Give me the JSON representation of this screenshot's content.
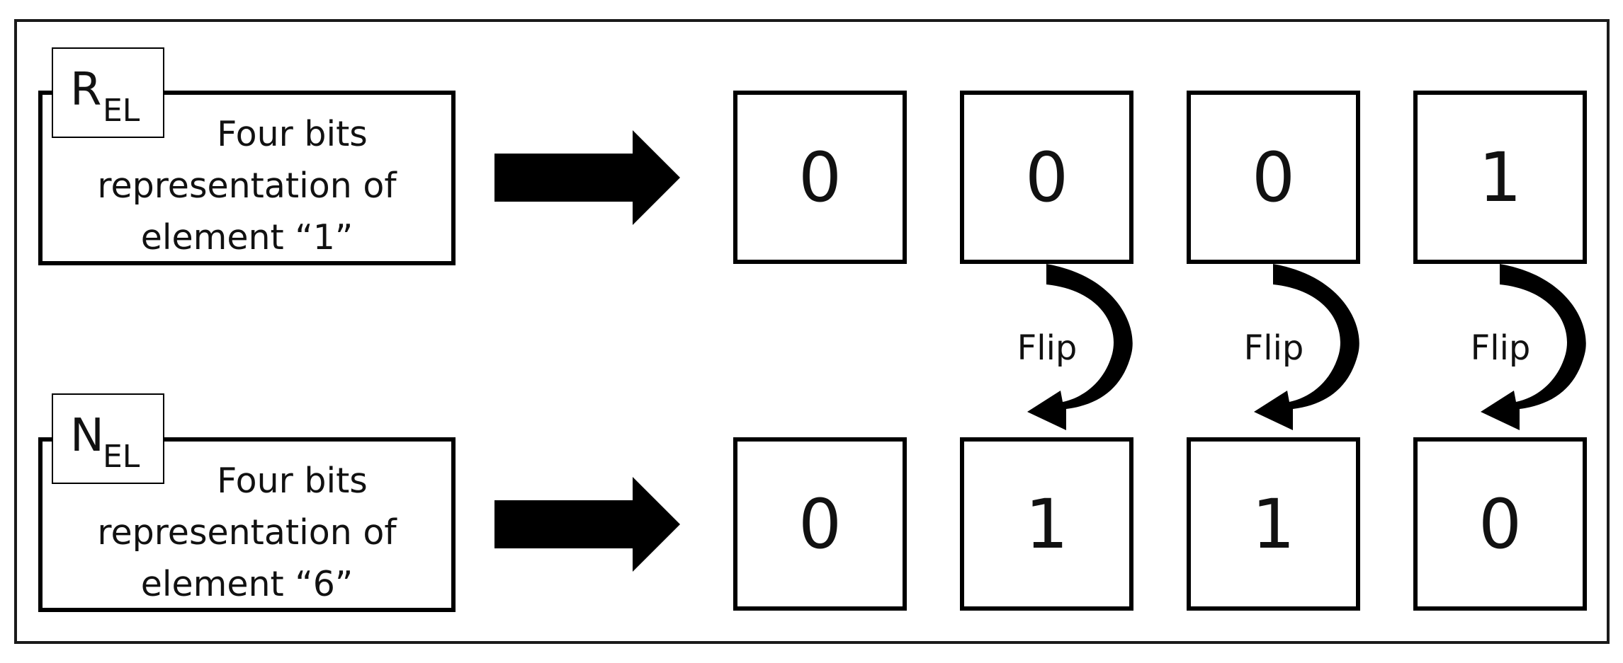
{
  "rows": [
    {
      "tag_main": "R",
      "tag_sub": "EL",
      "description_lines": [
        "Four bits",
        "representation of",
        "element “1”"
      ],
      "bits": [
        "0",
        "0",
        "0",
        "1"
      ]
    },
    {
      "tag_main": "N",
      "tag_sub": "EL",
      "description_lines": [
        "Four bits",
        "representation of",
        "element “6”"
      ],
      "bits": [
        "0",
        "1",
        "1",
        "0"
      ]
    }
  ],
  "flip_labels": [
    "Flip",
    "Flip",
    "Flip"
  ],
  "colors": {
    "stroke": "#000000",
    "text": "#111111",
    "background": "#ffffff"
  }
}
